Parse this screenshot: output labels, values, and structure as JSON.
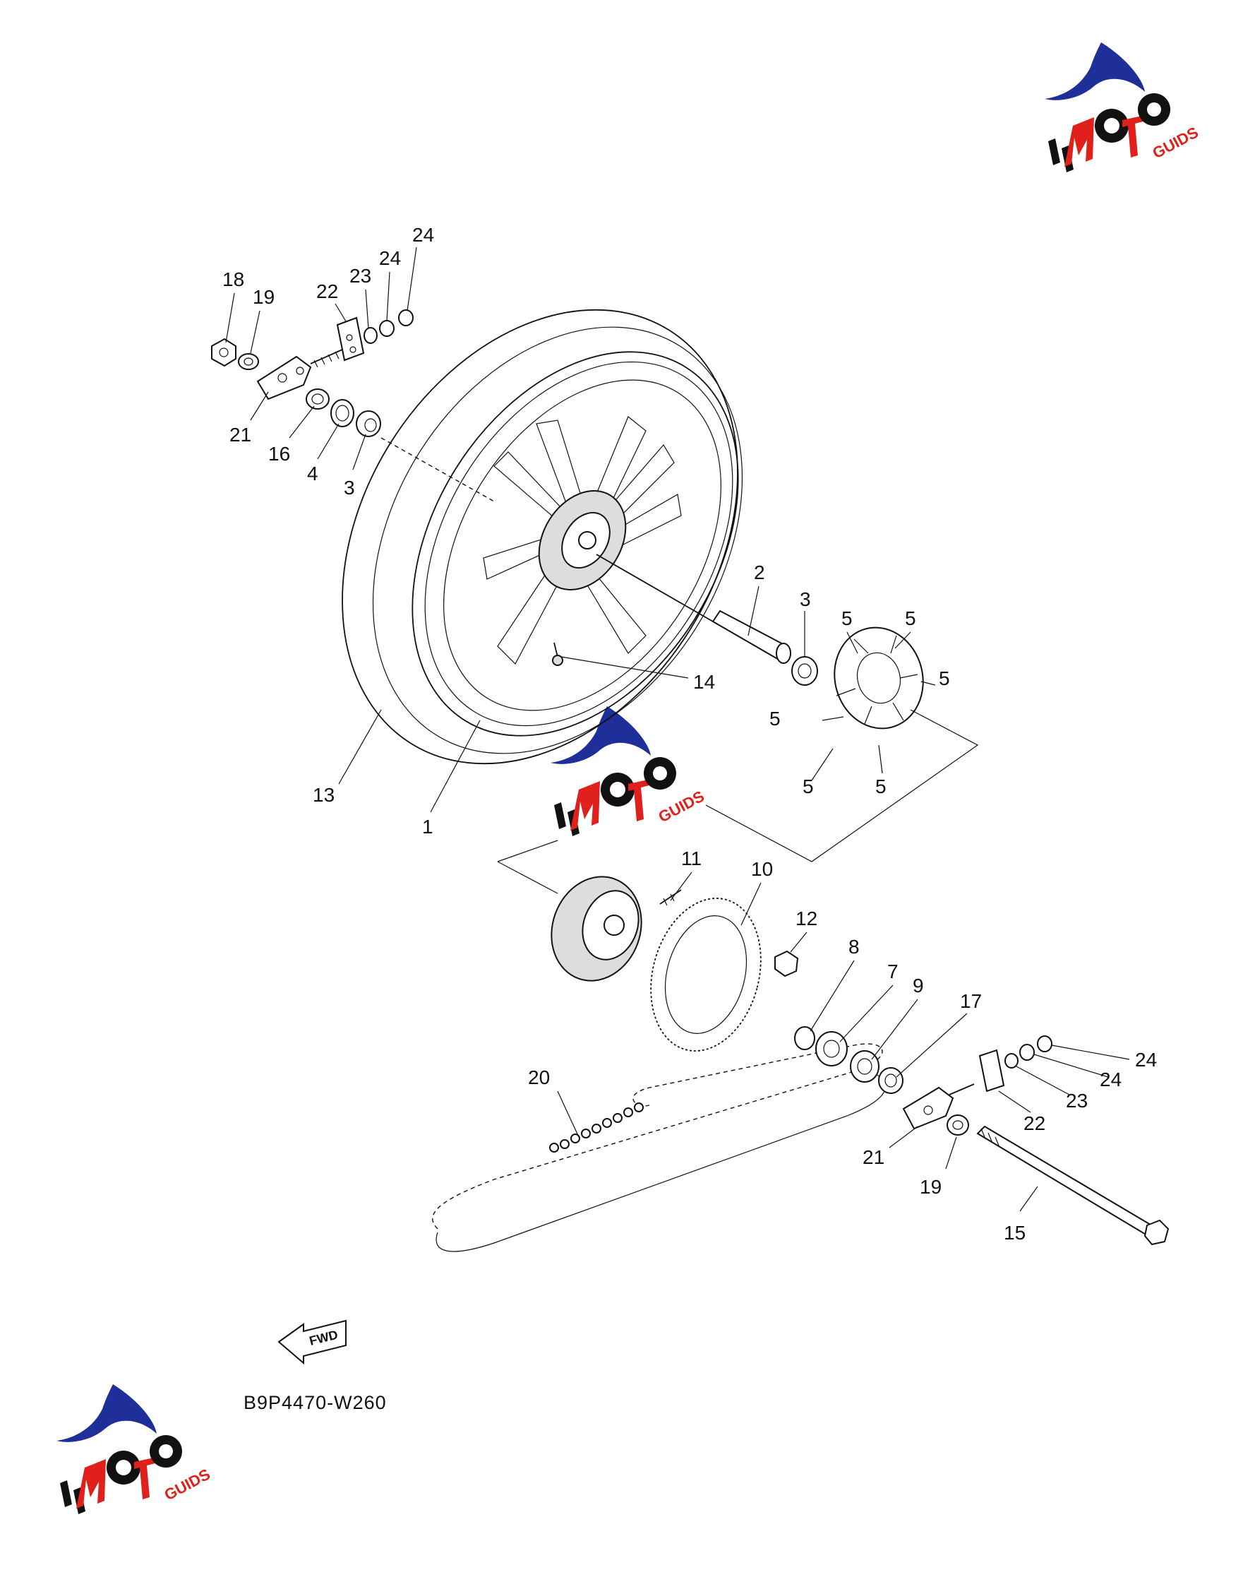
{
  "diagram": {
    "code": "B9P4470-W260",
    "fwd_label": "FWD",
    "logo_text": "GUIDS",
    "callouts": [
      {
        "id": "c18a",
        "text": "18"
      },
      {
        "id": "c19a",
        "text": "19"
      },
      {
        "id": "c22a",
        "text": "22"
      },
      {
        "id": "c23a",
        "text": "23"
      },
      {
        "id": "c24a",
        "text": "24"
      },
      {
        "id": "c24b",
        "text": "24"
      },
      {
        "id": "c21a",
        "text": "21"
      },
      {
        "id": "c16",
        "text": "16"
      },
      {
        "id": "c4",
        "text": "4"
      },
      {
        "id": "c3a",
        "text": "3"
      },
      {
        "id": "c2",
        "text": "2"
      },
      {
        "id": "c3b",
        "text": "3"
      },
      {
        "id": "c5a",
        "text": "5"
      },
      {
        "id": "c5b",
        "text": "5"
      },
      {
        "id": "c5c",
        "text": "5"
      },
      {
        "id": "c5d",
        "text": "5"
      },
      {
        "id": "c5e",
        "text": "5"
      },
      {
        "id": "c5f",
        "text": "5"
      },
      {
        "id": "c14",
        "text": "14"
      },
      {
        "id": "c13",
        "text": "13"
      },
      {
        "id": "c1",
        "text": "1"
      },
      {
        "id": "c11",
        "text": "11"
      },
      {
        "id": "c10",
        "text": "10"
      },
      {
        "id": "c12",
        "text": "12"
      },
      {
        "id": "c8",
        "text": "8"
      },
      {
        "id": "c7",
        "text": "7"
      },
      {
        "id": "c9",
        "text": "9"
      },
      {
        "id": "c17",
        "text": "17"
      },
      {
        "id": "c24c",
        "text": "24"
      },
      {
        "id": "c24d",
        "text": "24"
      },
      {
        "id": "c23b",
        "text": "23"
      },
      {
        "id": "c22b",
        "text": "22"
      },
      {
        "id": "c20",
        "text": "20"
      },
      {
        "id": "c21b",
        "text": "21"
      },
      {
        "id": "c19b",
        "text": "19"
      },
      {
        "id": "c15",
        "text": "15"
      }
    ]
  }
}
